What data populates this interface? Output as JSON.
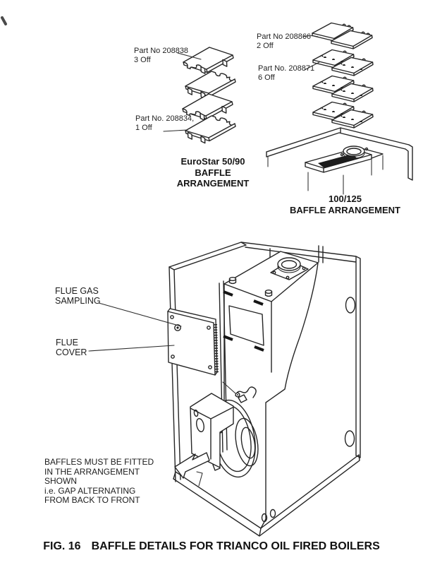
{
  "page": {
    "background": "#ffffff",
    "ink": "#1f1f1f"
  },
  "eurostar_stack": {
    "part_top": "Part No 208838\n3 Off",
    "part_bottom": "Part No. 208834,\n1 Off",
    "caption": "EuroStar 50/90\nBAFFLE\nARRANGEMENT"
  },
  "stack_100_125": {
    "part_top": "Part No 208866\n2 Off",
    "part_bottom": "Part No. 208871\n6 Off",
    "caption": "100/125\nBAFFLE ARRANGEMENT"
  },
  "boiler": {
    "flue_gas_label": "FLUE GAS\nSAMPLING",
    "flue_cover_label": "FLUE\nCOVER",
    "note": "BAFFLES MUST BE FITTED\nIN THE ARRANGEMENT\nSHOWN\ni.e. GAP ALTERNATING\nFROM BACK TO FRONT"
  },
  "figure_caption": {
    "label": "FIG. 16",
    "title": "BAFFLE DETAILS FOR TRIANCO OIL FIRED BOILERS"
  }
}
